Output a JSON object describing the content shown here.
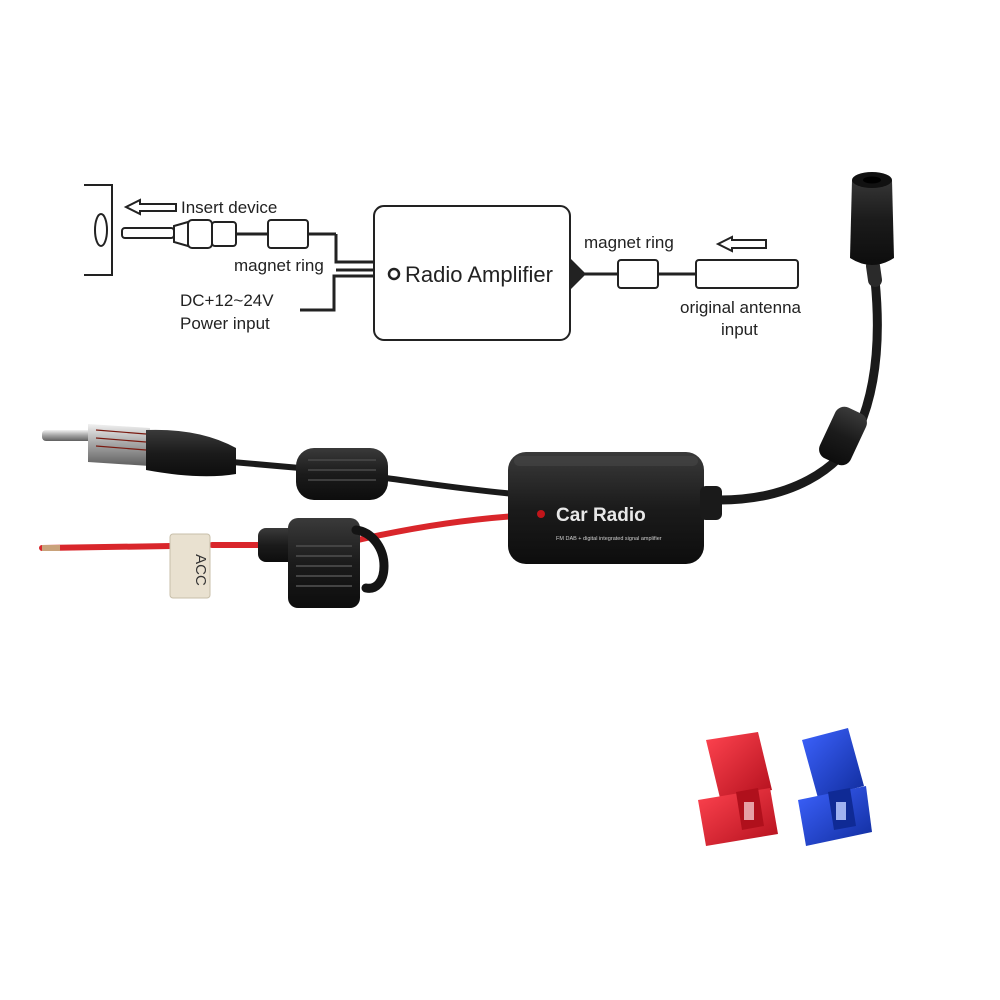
{
  "diagram": {
    "insert_device_label": "Insert device",
    "magnet_ring_left_label": "magnet ring",
    "power_label_line1": "DC+12~24V",
    "power_label_line2": "Power input",
    "amplifier_label": "Radio Amplifier",
    "magnet_ring_right_label": "magnet ring",
    "antenna_label_line1": "original antenna",
    "antenna_label_line2": "input"
  },
  "product": {
    "device_title": "Car Radio",
    "device_subtitle": "FM DAB + digital integrated signal amplifier",
    "wire_tag": "ACC"
  },
  "colors": {
    "line": "#222222",
    "cable": "#1a1a1a",
    "power_wire": "#d9262b",
    "connector_red": "#d81e2c",
    "connector_blue": "#1f43c9",
    "device_body": "#1c1c1c",
    "led": "#c0151a"
  }
}
